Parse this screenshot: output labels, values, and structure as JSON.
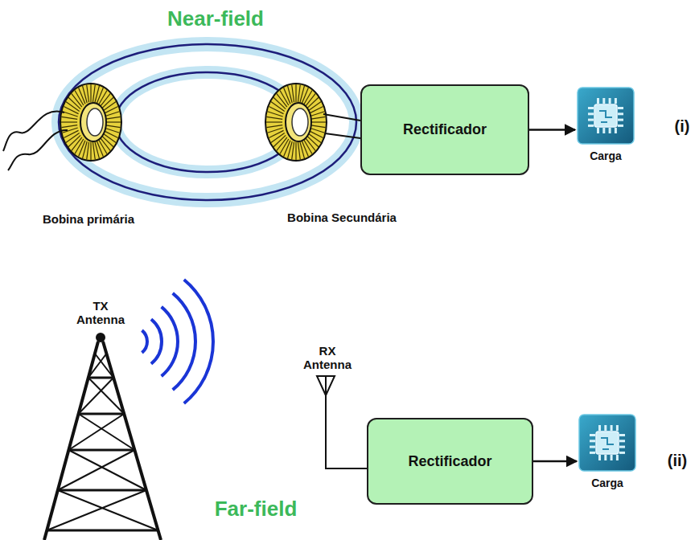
{
  "diagram": {
    "nodes": [
      {
        "text": [
          "Rectificador"
        ]
      },
      {
        "text": [
          "Carga"
        ]
      },
      {
        "text": [
          "Rectificador"
        ]
      },
      {
        "text": [
          "Carga"
        ]
      }
    ],
    "edges": [
      {
        "from": 0,
        "to": 1,
        "arrow": "to"
      },
      {
        "from": 2,
        "to": 3,
        "arrow": "to"
      }
    ],
    "labels": [
      "Near-field",
      "Bobina primária",
      "Bobina Secundária",
      "(i)",
      "TX Antenna",
      "RX Antenna",
      "(ii)",
      "Far-field"
    ]
  }
}
